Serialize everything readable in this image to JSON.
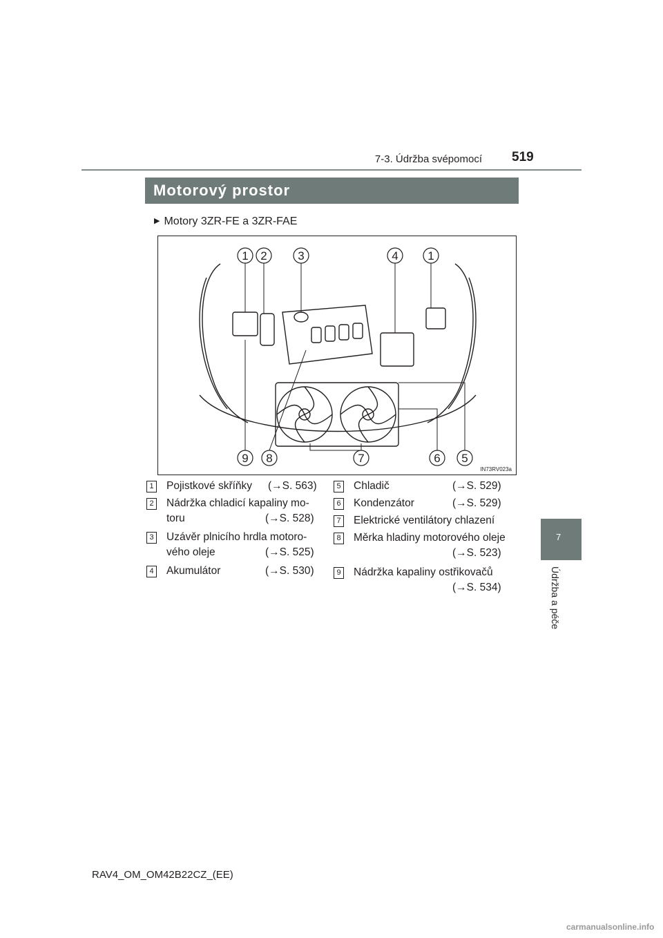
{
  "header": {
    "section": "7-3. Údržba svépomocí",
    "page_number": "519"
  },
  "side_tab": {
    "number": "7",
    "label": "Údržba a péče"
  },
  "title": "Motorový prostor",
  "subheading": "Motory 3ZR-FE a 3ZR-FAE",
  "figure": {
    "code": "IN73RV023a",
    "callouts": [
      "1",
      "2",
      "3",
      "4",
      "1",
      "9",
      "8",
      "7",
      "6",
      "5"
    ]
  },
  "items": [
    {
      "num": "1",
      "lines": [
        "Pojistkové skříňky"
      ],
      "ref": "(→S. 563)"
    },
    {
      "num": "2",
      "lines": [
        "Nádržka chladicí kapaliny mo-",
        "toru"
      ],
      "ref": "(→S. 528)"
    },
    {
      "num": "3",
      "lines": [
        "Uzávěr plnicího hrdla motoro-",
        "vého oleje"
      ],
      "ref": "(→S. 525)"
    },
    {
      "num": "4",
      "lines": [
        "Akumulátor"
      ],
      "ref": "(→S. 530)"
    },
    {
      "num": "5",
      "lines": [
        "Chladič"
      ],
      "ref": "(→S. 529)"
    },
    {
      "num": "6",
      "lines": [
        "Kondenzátor"
      ],
      "ref": "(→S. 529)"
    },
    {
      "num": "7",
      "lines": [
        "Elektrické ventilátory chlazení"
      ],
      "ref": ""
    },
    {
      "num": "8",
      "lines": [
        "Měrka hladiny motorového oleje"
      ],
      "ref": "(→S. 523)"
    },
    {
      "num": "9",
      "lines": [
        "Nádržka kapaliny ostřikovačů"
      ],
      "ref": "(→S. 534)"
    }
  ],
  "footer": "RAV4_OM_OM42B22CZ_(EE)",
  "watermark": "carmanualsonline.info"
}
